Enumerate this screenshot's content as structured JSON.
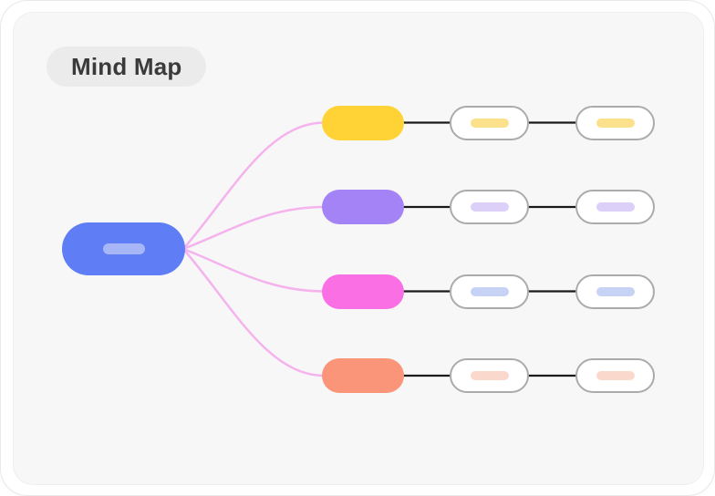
{
  "badge": {
    "label": "Mind Map"
  },
  "theme": {
    "card_bg": "#ffffff",
    "card_border": "#e9e9e9",
    "canvas_bg": "#f7f7f8",
    "canvas_border": "#efeff0",
    "badge_bg": "#ebebeb",
    "badge_text": "#3a3a3a",
    "branch_connector": "#f5b3ed",
    "child_connector": "#1a1a1a",
    "child_node_bg": "#ffffff",
    "child_node_border": "#ababab"
  },
  "mindmap": {
    "root": {
      "id": "root-topic",
      "fill": "#5f7df5",
      "bar": "#a7b6f7"
    },
    "branches": [
      {
        "id": "branch-1",
        "fill": "#ffd335",
        "children": [
          {
            "bar": "#fce18d"
          },
          {
            "bar": "#fce18d"
          }
        ]
      },
      {
        "id": "branch-2",
        "fill": "#a483f6",
        "children": [
          {
            "bar": "#dccff8"
          },
          {
            "bar": "#dccff8"
          }
        ]
      },
      {
        "id": "branch-3",
        "fill": "#fa6fe4",
        "children": [
          {
            "bar": "#c7d2f7"
          },
          {
            "bar": "#c7d2f7"
          }
        ]
      },
      {
        "id": "branch-4",
        "fill": "#fa9579",
        "children": [
          {
            "bar": "#fad9cc"
          },
          {
            "bar": "#fad9cc"
          }
        ]
      }
    ]
  }
}
